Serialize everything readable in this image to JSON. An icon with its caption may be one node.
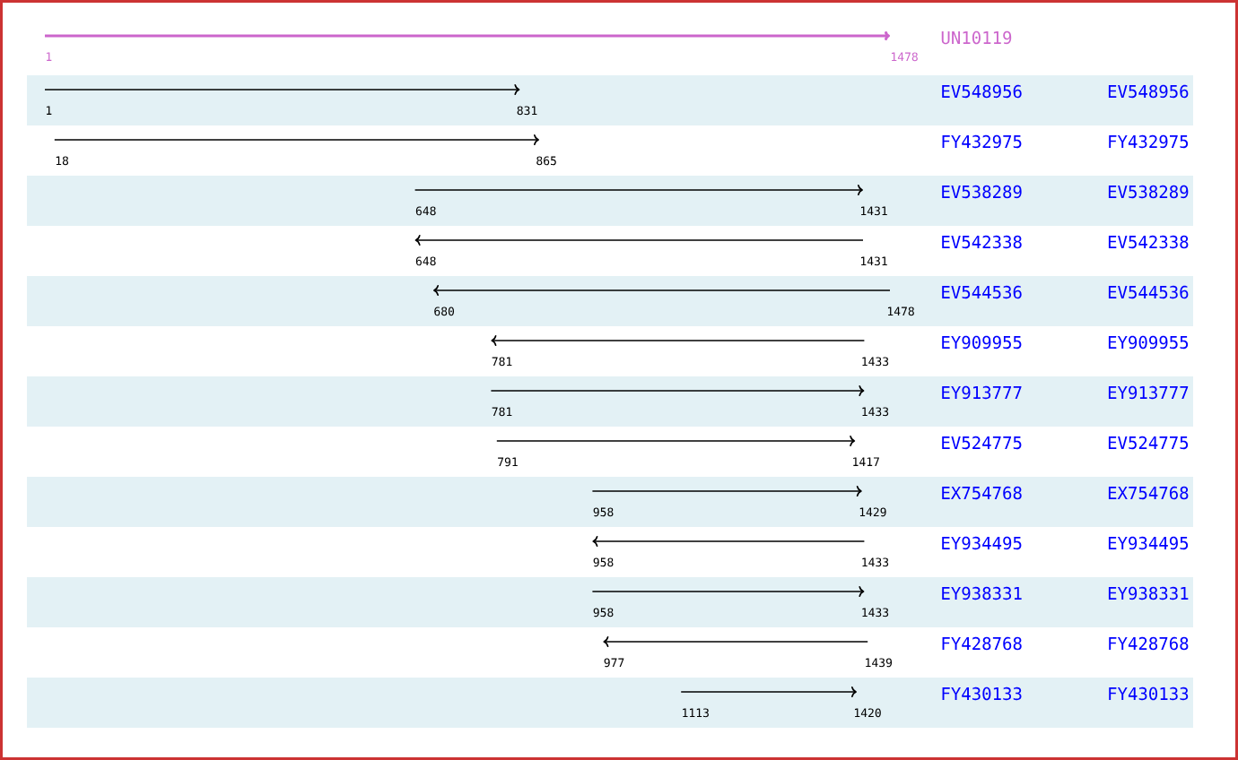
{
  "diagram": {
    "labels": [
      "UN10119",
      "1",
      "1478",
      "EV548956",
      "EV548956",
      "1",
      "831",
      "FY432975",
      "FY432975",
      "18",
      "865",
      "EV538289",
      "EV538289",
      "648",
      "1431",
      "EV542338",
      "EV542338",
      "648",
      "1431",
      "EV544536",
      "EV544536",
      "680",
      "1478",
      "EY909955",
      "EY909955",
      "781",
      "1433",
      "EY913777",
      "EY913777",
      "781",
      "1433",
      "EV524775",
      "EV524775",
      "791",
      "1417",
      "EX754768",
      "EX754768",
      "958",
      "1429",
      "EY934495",
      "EY934495",
      "958",
      "1433",
      "EY938331",
      "EY938331",
      "958",
      "1433",
      "FY428768",
      "FY428768",
      "977",
      "1439",
      "FY430133",
      "FY430133",
      "1113",
      "1420"
    ]
  }
}
